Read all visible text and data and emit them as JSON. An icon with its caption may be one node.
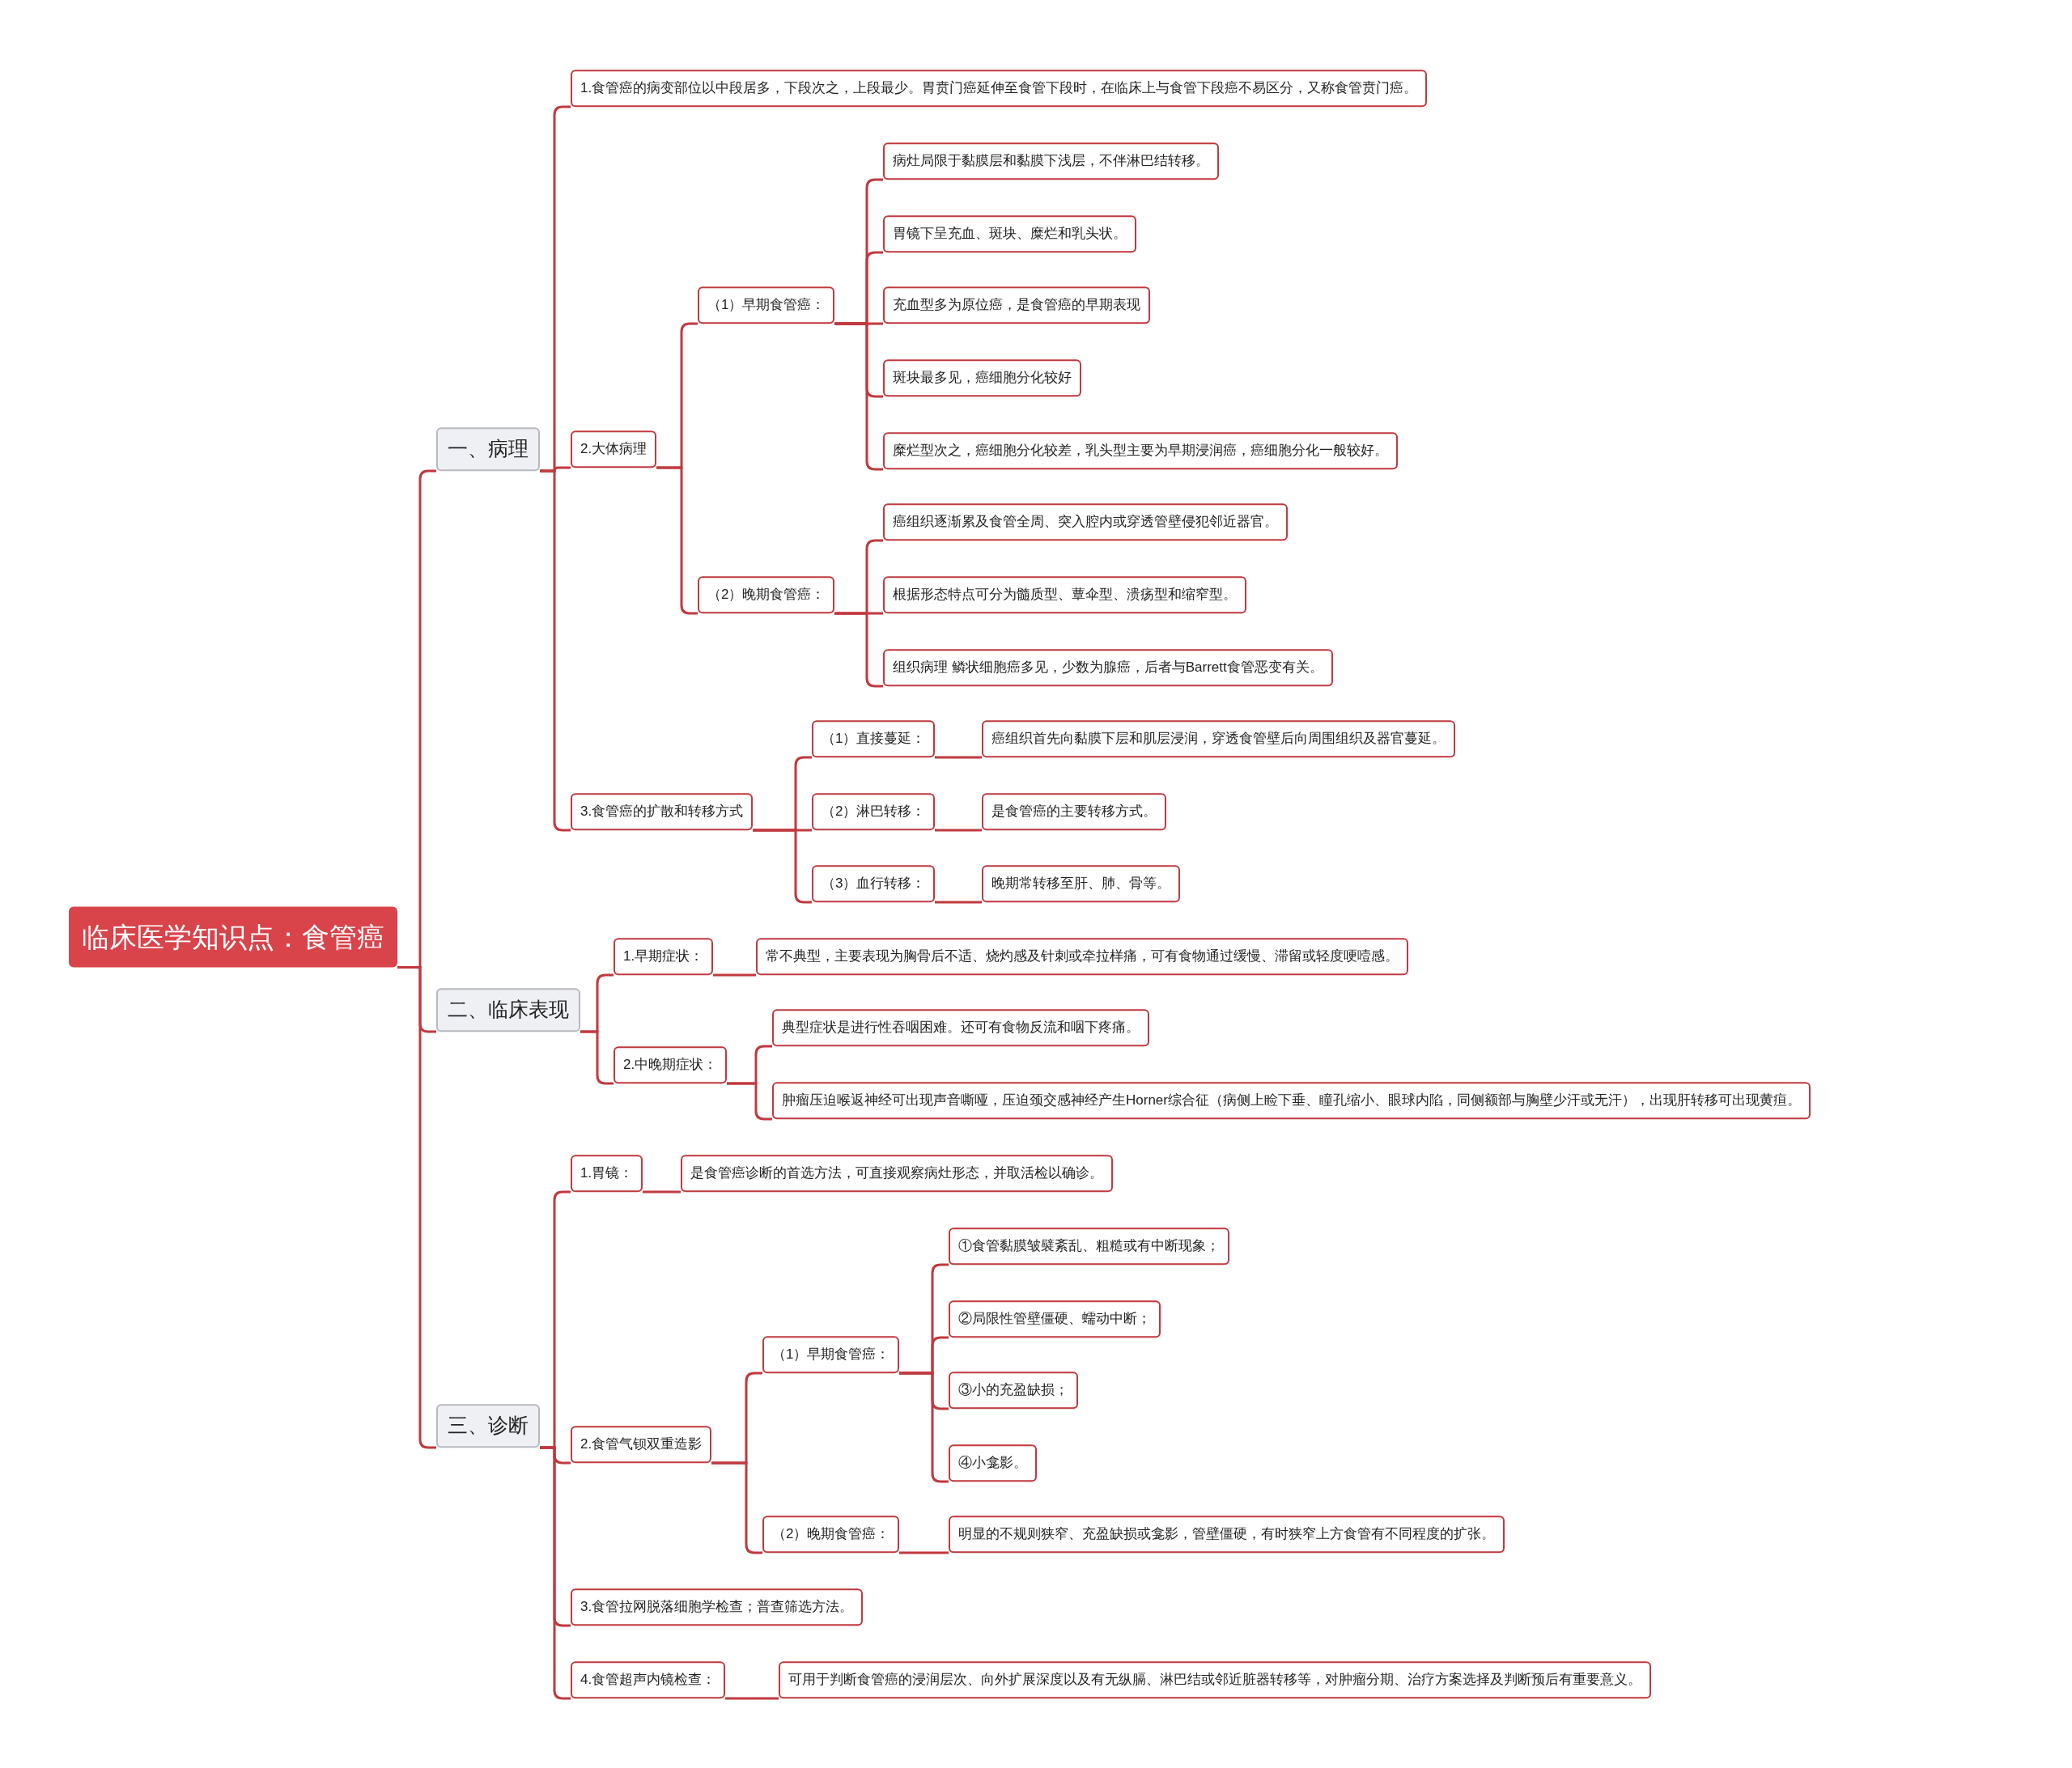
{
  "diagram": {
    "nodes": [
      {
        "text": [
          "临床医学知识点：食管癌"
        ]
      },
      {
        "text": [
          "一、病理"
        ]
      },
      {
        "text": [
          "1.食管癌的病变部位以中段居多，下段次之，上段最少。胃贲门癌延伸至食管下段时，在临床上与食管下段癌不易区分，又称食管贲门癌。"
        ]
      },
      {
        "text": [
          "2.大体病理"
        ]
      },
      {
        "text": [
          "（1）早期食管癌："
        ]
      },
      {
        "text": [
          "病灶局限于黏膜层和黏膜下浅层，不伴淋巴结转移。"
        ]
      },
      {
        "text": [
          "胃镜下呈充血、斑块、糜烂和乳头状。"
        ]
      },
      {
        "text": [
          "充血型多为原位癌，是食管癌的早期表现"
        ]
      },
      {
        "text": [
          "斑块最多见，癌细胞分化较好"
        ]
      },
      {
        "text": [
          "糜烂型次之，癌细胞分化较差，乳头型主要为早期浸润癌，癌细胞分化一般较好。"
        ]
      },
      {
        "text": [
          "（2）晚期食管癌："
        ]
      },
      {
        "text": [
          "癌组织逐渐累及食管全周、突入腔内或穿透管壁侵犯邻近器官。"
        ]
      },
      {
        "text": [
          "根据形态特点可分为髓质型、蕈伞型、溃疡型和缩窄型。"
        ]
      },
      {
        "text": [
          "组织病理 鳞状细胞癌多见，少数为腺癌，后者与Barrett食管恶变有关。"
        ]
      },
      {
        "text": [
          "3.食管癌的扩散和转移方式"
        ]
      },
      {
        "text": [
          "（1）直接蔓延："
        ]
      },
      {
        "text": [
          "癌组织首先向黏膜下层和肌层浸润，穿透食管壁后向周围组织及器官蔓延。"
        ]
      },
      {
        "text": [
          "（2）淋巴转移："
        ]
      },
      {
        "text": [
          "是食管癌的主要转移方式。"
        ]
      },
      {
        "text": [
          "（3）血行转移："
        ]
      },
      {
        "text": [
          "晚期常转移至肝、肺、骨等。"
        ]
      },
      {
        "text": [
          "二、临床表现"
        ]
      },
      {
        "text": [
          "1.早期症状："
        ]
      },
      {
        "text": [
          "常不典型，主要表现为胸骨后不适、烧灼感及针刺或牵拉样痛，可有食物通过缓慢、滞留或轻度哽噎感。"
        ]
      },
      {
        "text": [
          "2.中晚期症状："
        ]
      },
      {
        "text": [
          "典型症状是进行性吞咽困难。还可有食物反流和咽下疼痛。"
        ]
      },
      {
        "text": [
          "肿瘤压迫喉返神经可出现声音嘶哑，压迫颈交感神经产生Horner综合征（病侧上睑下垂、瞳孔缩小、眼球内陷，同侧额部与胸壁少汗或无汗），出现肝转移可出现黄疸。"
        ]
      },
      {
        "text": [
          "三、诊断"
        ]
      },
      {
        "text": [
          "1.胃镜："
        ]
      },
      {
        "text": [
          "是食管癌诊断的首选方法，可直接观察病灶形态，并取活检以确诊。"
        ]
      },
      {
        "text": [
          "2.食管气钡双重造影"
        ]
      },
      {
        "text": [
          "（1）早期食管癌："
        ]
      },
      {
        "text": [
          "①食管黏膜皱襞紊乱、粗糙或有中断现象；"
        ]
      },
      {
        "text": [
          "②局限性管壁僵硬、蠕动中断；"
        ]
      },
      {
        "text": [
          "③小的充盈缺损；"
        ]
      },
      {
        "text": [
          "④小龛影。"
        ]
      },
      {
        "text": [
          "（2）晚期食管癌："
        ]
      },
      {
        "text": [
          "明显的不规则狭窄、充盈缺损或龛影，管壁僵硬，有时狭窄上方食管有不同程度的扩张。"
        ]
      },
      {
        "text": [
          "3.食管拉网脱落细胞学检查；普查筛选方法。"
        ]
      },
      {
        "text": [
          "4.食管超声内镜检查："
        ]
      },
      {
        "text": [
          "可用于判断食管癌的浸润层次、向外扩展深度以及有无纵膈、淋巴结或邻近脏器转移等，对肿瘤分期、治疗方案选择及判断预后有重要意义。"
        ]
      }
    ],
    "edges": [
      {
        "from": 0,
        "to": 1,
        "arrow": "none"
      },
      {
        "from": 1,
        "to": 2,
        "arrow": "none"
      },
      {
        "from": 1,
        "to": 3,
        "arrow": "none"
      },
      {
        "from": 3,
        "to": 4,
        "arrow": "none"
      },
      {
        "from": 4,
        "to": 5,
        "arrow": "none"
      },
      {
        "from": 4,
        "to": 6,
        "arrow": "none"
      },
      {
        "from": 4,
        "to": 7,
        "arrow": "none"
      },
      {
        "from": 4,
        "to": 8,
        "arrow": "none"
      },
      {
        "from": 4,
        "to": 9,
        "arrow": "none"
      },
      {
        "from": 3,
        "to": 10,
        "arrow": "none"
      },
      {
        "from": 10,
        "to": 11,
        "arrow": "none"
      },
      {
        "from": 10,
        "to": 12,
        "arrow": "none"
      },
      {
        "from": 10,
        "to": 13,
        "arrow": "none"
      },
      {
        "from": 1,
        "to": 14,
        "arrow": "none"
      },
      {
        "from": 14,
        "to": 15,
        "arrow": "none"
      },
      {
        "from": 15,
        "to": 16,
        "arrow": "none"
      },
      {
        "from": 14,
        "to": 17,
        "arrow": "none"
      },
      {
        "from": 17,
        "to": 18,
        "arrow": "none"
      },
      {
        "from": 14,
        "to": 19,
        "arrow": "none"
      },
      {
        "from": 19,
        "to": 20,
        "arrow": "none"
      },
      {
        "from": 0,
        "to": 21,
        "arrow": "none"
      },
      {
        "from": 21,
        "to": 22,
        "arrow": "none"
      },
      {
        "from": 22,
        "to": 23,
        "arrow": "none"
      },
      {
        "from": 21,
        "to": 24,
        "arrow": "none"
      },
      {
        "from": 24,
        "to": 25,
        "arrow": "none"
      },
      {
        "from": 24,
        "to": 26,
        "arrow": "none"
      },
      {
        "from": 0,
        "to": 27,
        "arrow": "none"
      },
      {
        "from": 27,
        "to": 28,
        "arrow": "none"
      },
      {
        "from": 28,
        "to": 29,
        "arrow": "none"
      },
      {
        "from": 27,
        "to": 30,
        "arrow": "none"
      },
      {
        "from": 30,
        "to": 31,
        "arrow": "none"
      },
      {
        "from": 31,
        "to": 32,
        "arrow": "none"
      },
      {
        "from": 31,
        "to": 33,
        "arrow": "none"
      },
      {
        "from": 31,
        "to": 34,
        "arrow": "none"
      },
      {
        "from": 31,
        "to": 35,
        "arrow": "none"
      },
      {
        "from": 30,
        "to": 36,
        "arrow": "none"
      },
      {
        "from": 36,
        "to": 37,
        "arrow": "none"
      },
      {
        "from": 27,
        "to": 38,
        "arrow": "none"
      },
      {
        "from": 27,
        "to": 39,
        "arrow": "none"
      },
      {
        "from": 39,
        "to": 40,
        "arrow": "none"
      }
    ]
  }
}
